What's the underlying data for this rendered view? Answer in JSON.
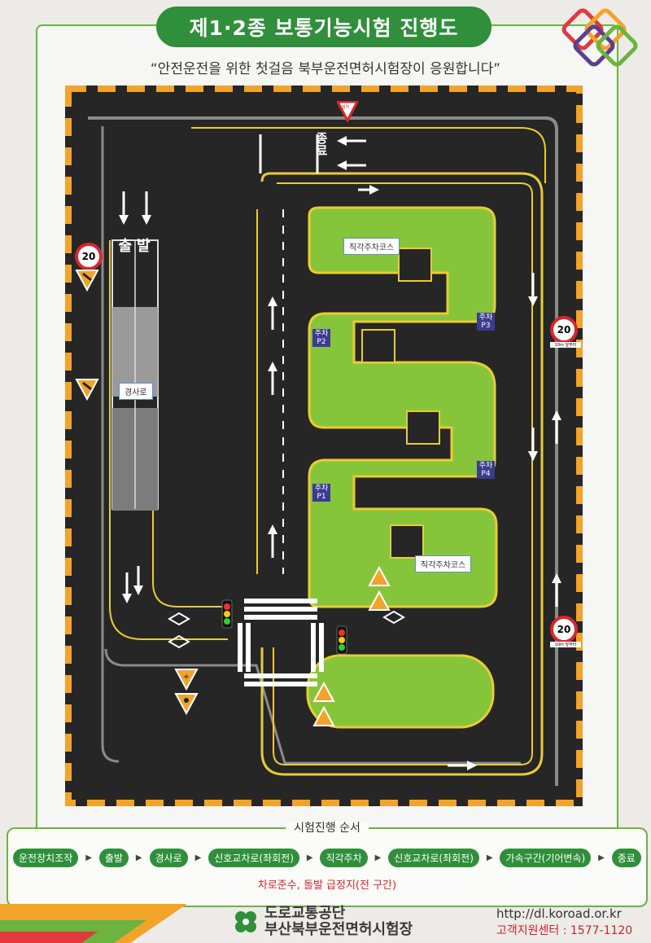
{
  "header": {
    "title": "제1·2종 보통기능시험 진행도",
    "subtitle": "“안전운전을 위한 첫걸음 북부운전면허시험장이 응원합니다”"
  },
  "map": {
    "lane_top": "종료",
    "lane_left": "출발",
    "slope": "경사로",
    "parking_top": "직각주차코스",
    "parking_bottom": "직각주차코스",
    "p1": "주차\nP1",
    "p2": "주차\nP2",
    "p3": "주차\nP3",
    "p4": "주차\nP4",
    "speed_limit": "20",
    "speed_note": "10m 앞부터",
    "yield_sign": "정지",
    "colors": {
      "road": "#262626",
      "grass": "#86c53a",
      "edge": "#e9cc34",
      "border": "#f2a32a"
    }
  },
  "order": {
    "title": "시험진행 순서",
    "steps": [
      "운전장치조작",
      "출발",
      "경사로",
      "신호교차로(좌회전)",
      "직각주차",
      "신호교차로(좌회전)",
      "가속구간(기어변속)",
      "종료"
    ],
    "notice": "차로준수, 돌발 급정지(전 구간)"
  },
  "footer": {
    "org_top": "도로교통공단",
    "org_bottom": "부산북부운전면허시험장",
    "url": "http://dl.koroad.or.kr",
    "support": "고객지원센터 : 1577-1120"
  }
}
